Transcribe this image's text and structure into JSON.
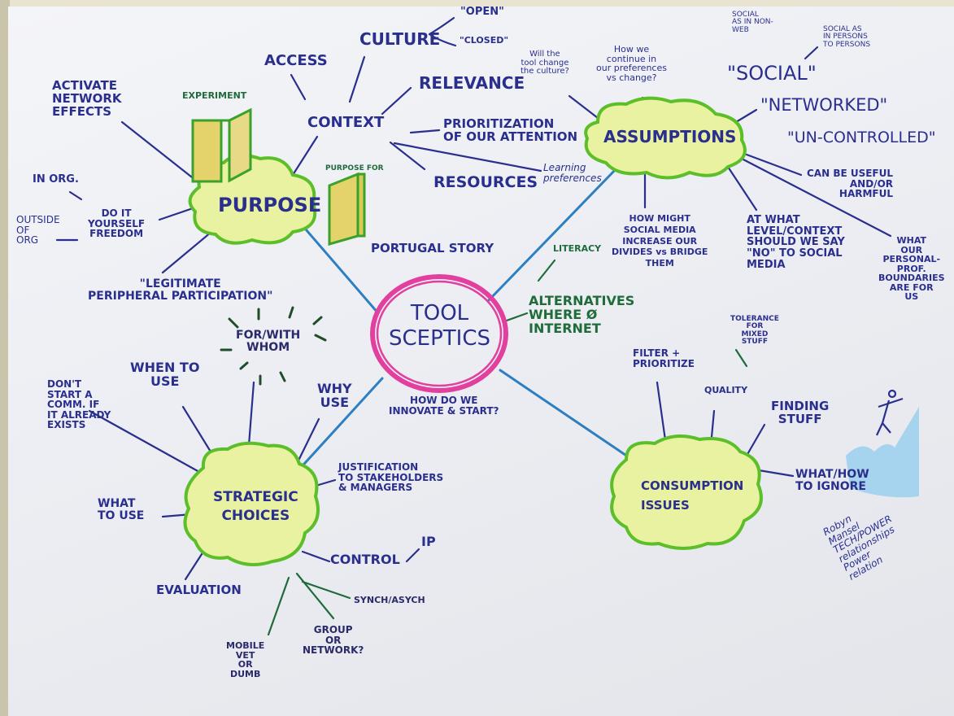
{
  "nodes": {
    "purpose": "PURPOSE",
    "assumptions": "ASSUMPTIONS",
    "tool_sceptics": "TOOL\nSCEPTICS",
    "strategic_choices": "STRATEGIC\nCHOICES",
    "consumption_issues": "CONSUMPTION\nISSUES"
  },
  "labels": {
    "culture": "CULTURE",
    "open": "\"OPEN\"",
    "closed": "\"CLOSED\"",
    "access": "ACCESS",
    "relevance": "RELEVANCE",
    "context": "CONTEXT",
    "prioritization": "PRIORITIZATION\nOF OUR ATTENTION",
    "learning_preferences": "Learning\npreferences",
    "resources": "RESOURCES",
    "activate_network": "ACTIVATE\nNETWORK\nEFFECTS",
    "experiment": "EXPERIMENT",
    "purpose_for": "PURPOSE FOR",
    "in_org": "IN ORG.",
    "outside_of_org": "OUTSIDE\nOF\nORG",
    "do_it_yourself": "DO IT\nYOURSELF\nFREEDOM",
    "legitimate": "\"LEGITIMATE\nPERIPHERAL PARTICIPATION\"",
    "portugal_story": "PORTUGAL STORY",
    "literacy": "LITERACY",
    "alternatives": "ALTERNATIVES\nWHERE Ø\nINTERNET",
    "for_with_whom": "FOR/WITH\nWHOM",
    "when_to_use": "WHEN TO\nUSE",
    "why_use": "WHY\nUSE",
    "dont_start": "DON'T\nSTART A\nCOMM. IF\nIT ALREADY\nEXISTS",
    "what_to_use": "WHAT\nTO USE",
    "justification": "JUSTIFICATION\nTO STAKEHOLDERS\n& MANAGERS",
    "how_do_we": "HOW DO WE\nINNOVATE & START?",
    "control": "CONTROL",
    "ip": "IP",
    "evaluation": "EVALUATION",
    "synch": "SYNCH/ASYCH",
    "group_or_network": "GROUP\nOR\nNETWORK?",
    "mobile": "MOBILE\nVET\nOR\nDUMB",
    "will_tool_change": "Will the\ntool change\nthe culture?",
    "how_we_continue": "How we\ncontinue in\nour preferences\nvs change?",
    "social_as_in_non_web": "SOCIAL\nAS IN NON-\nWEB",
    "social_as_in_persons": "SOCIAL AS\nIN PERSONS\nTO PERSONS",
    "social": "\"SOCIAL\"",
    "networked": "\"NETWORKED\"",
    "un_controlled": "\"UN-CONTROLLED\"",
    "can_be_useful": "CAN BE USEFUL\nAND/OR\nHARMFUL",
    "how_might": "HOW MIGHT\nSOCIAL MEDIA\nINCREASE OUR\nDIVIDES vs BRIDGE\nTHEM",
    "at_what_level": "AT WHAT\nLEVEL/CONTEXT\nSHOULD WE SAY\n\"NO\" TO SOCIAL\nMEDIA",
    "what_our_personal": "WHAT\nOUR\nPERSONAL-\nPROF.\nBOUNDARIES\nARE FOR\nUS",
    "tolerance": "TOLERANCE\nFOR\nMIXED\nSTUFF",
    "filter_prioritize": "FILTER +\nPRIORITIZE",
    "quality": "QUALITY",
    "finding_stuff": "FINDING\nSTUFF",
    "what_how_to_ignore": "WHAT/HOW\nTO IGNORE",
    "robyn": "Robyn\nMansel\nTECH/POWER\nrelationships\nPower\nrelation"
  },
  "colors": {
    "ink_blue": "#2a2f8e",
    "ink_green": "#1f6b3a",
    "connector_blue": "#2d7fc1",
    "cloud_fill": "#e9f2a0",
    "cloud_stroke": "#5cbf2a",
    "ring_pink": "#e23f9f",
    "door_fill": "#e3d36a"
  },
  "icon_names": [
    "door-icon",
    "burst-icon",
    "figure-icon"
  ]
}
